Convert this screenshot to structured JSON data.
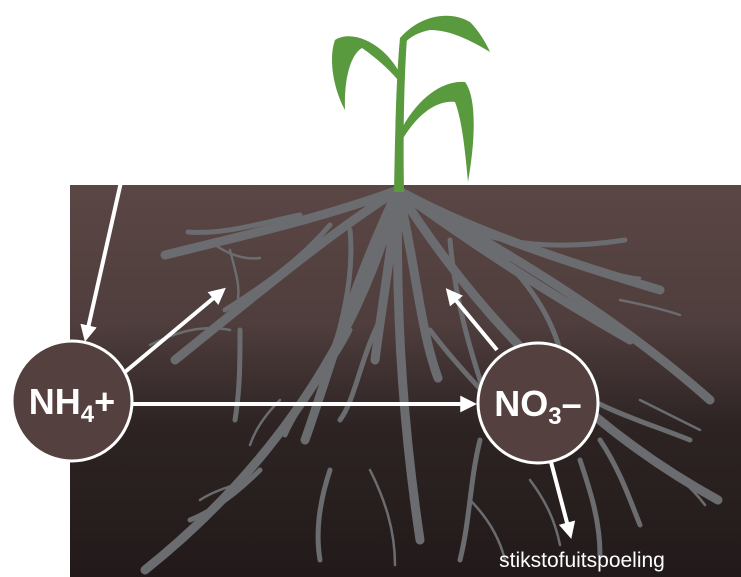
{
  "nodes": {
    "ammonium": {
      "main": "NH",
      "sub": "4",
      "suffix": "+"
    },
    "nitrate": {
      "main": "NO",
      "sub": "3",
      "suffix": "–"
    }
  },
  "caption": "stikstofuitspoeling",
  "colors": {
    "soil_top": "#5a4645",
    "soil_bottom": "#221a1a",
    "root": "#6b6c70",
    "plant": "#5a9a3e",
    "node_fill": "#54413f",
    "arrow": "#ffffff"
  }
}
